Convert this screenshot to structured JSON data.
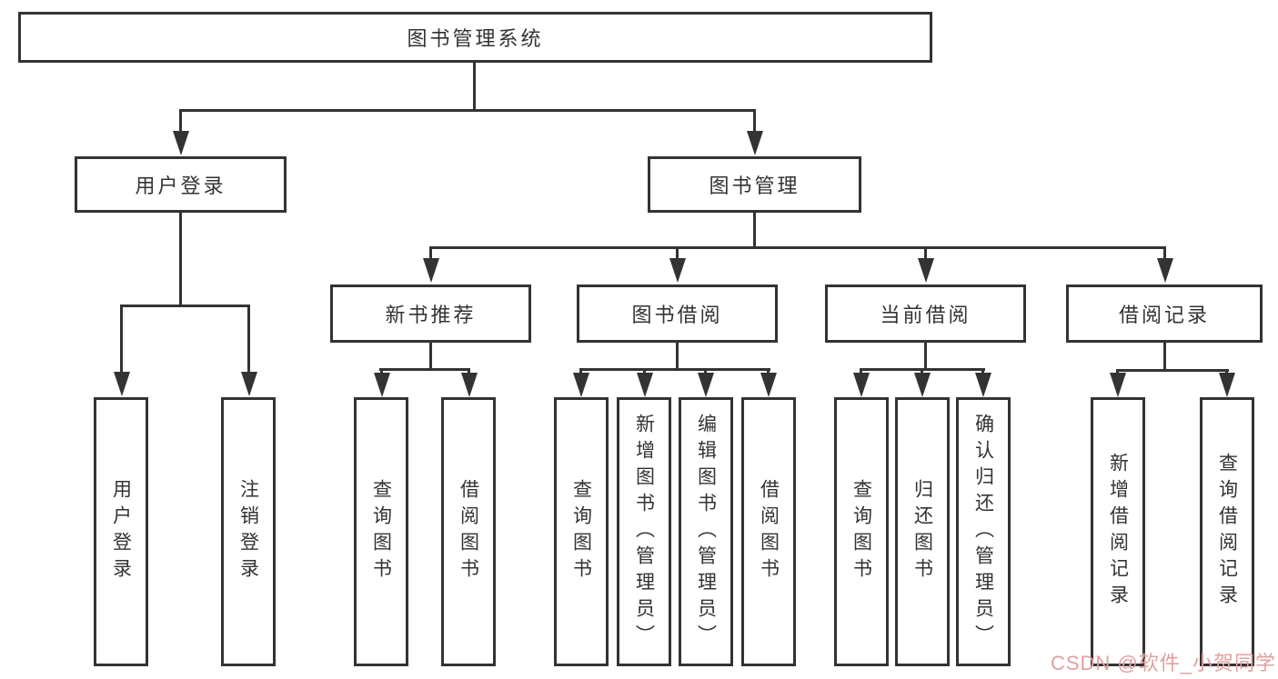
{
  "colors": {
    "line": "#333333",
    "box_border": "#333333",
    "text": "#333333",
    "background": "#ffffff",
    "watermark": "#e2a09e"
  },
  "watermark": {
    "text": "CSDN @软件_小贺同学"
  },
  "diagram": {
    "type": "tree",
    "root": {
      "label": "图书管理系统",
      "children": [
        {
          "label": "用户登录",
          "children": [
            {
              "label": "用户登录"
            },
            {
              "label": "注销登录"
            }
          ]
        },
        {
          "label": "图书管理",
          "children": [
            {
              "label": "新书推荐",
              "children": [
                {
                  "label": "查询图书"
                },
                {
                  "label": "借阅图书"
                }
              ]
            },
            {
              "label": "图书借阅",
              "children": [
                {
                  "label": "查询图书"
                },
                {
                  "label": "新增图书（管理员）"
                },
                {
                  "label": "编辑图书（管理员）"
                },
                {
                  "label": "借阅图书"
                }
              ]
            },
            {
              "label": "当前借阅",
              "children": [
                {
                  "label": "查询图书"
                },
                {
                  "label": "归还图书"
                },
                {
                  "label": "确认归还（管理员）"
                }
              ]
            },
            {
              "label": "借阅记录",
              "children": [
                {
                  "label": "新增借阅记录"
                },
                {
                  "label": "查询借阅记录"
                }
              ]
            }
          ]
        }
      ]
    }
  }
}
